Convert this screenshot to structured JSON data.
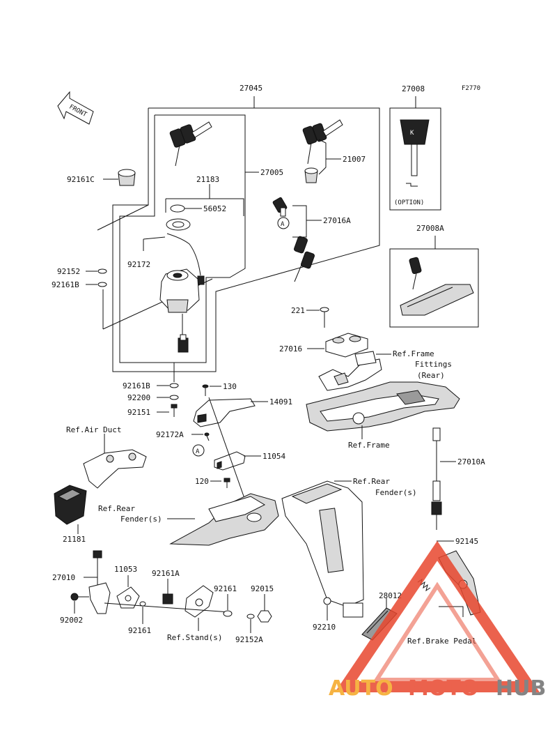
{
  "figure_code": "F2770",
  "front_label": "FRONT",
  "option_label": "(OPTION)",
  "parts": {
    "p27045": "27045",
    "p27008": "27008",
    "p27005": "27005",
    "p21007": "21007",
    "p92161C": "92161C",
    "p21183": "21183",
    "p56052": "56052",
    "p27016A": "27016A",
    "p92172": "92172",
    "p27008A": "27008A",
    "p92152": "92152",
    "p92161B_top": "92161B",
    "p221": "221",
    "p27016": "27016",
    "p92161B_bottom": "92161B",
    "p92200": "92200",
    "p92151": "92151",
    "p130": "130",
    "p14091": "14091",
    "p92172A": "92172A",
    "p11054": "11054",
    "p120": "120",
    "p21181": "21181",
    "p27010A": "27010A",
    "p92145": "92145",
    "p27010": "27010",
    "p11053": "11053",
    "p92161A": "92161A",
    "p92161_right": "92161",
    "p92015": "92015",
    "p92002": "92002",
    "p92161_left": "92161",
    "p92152A": "92152A",
    "p92210": "92210",
    "p28012": "28012"
  },
  "callouts": {
    "circle_a_top": "A",
    "circle_a_bottom": "A"
  },
  "refs": {
    "frame_fittings_1": "Ref.Frame",
    "frame_fittings_2": "Fittings",
    "frame_fittings_3": "(Rear)",
    "frame": "Ref.Frame",
    "air_duct": "Ref.Air Duct",
    "rear_fender_left_1": "Ref.Rear",
    "rear_fender_left_2": "Fender(s)",
    "rear_fender_right_1": "Ref.Rear",
    "rear_fender_right_2": "Fender(s)",
    "stand": "Ref.Stand(s)",
    "brake_pedal": "Ref.Brake Pedal"
  },
  "watermark": {
    "part1": "AUTO",
    "part2": "MOTO",
    "part3": "HUB",
    "colors": {
      "orange": "#f5a623",
      "red": "#e8472e",
      "grey": "#6f6f6f"
    }
  }
}
